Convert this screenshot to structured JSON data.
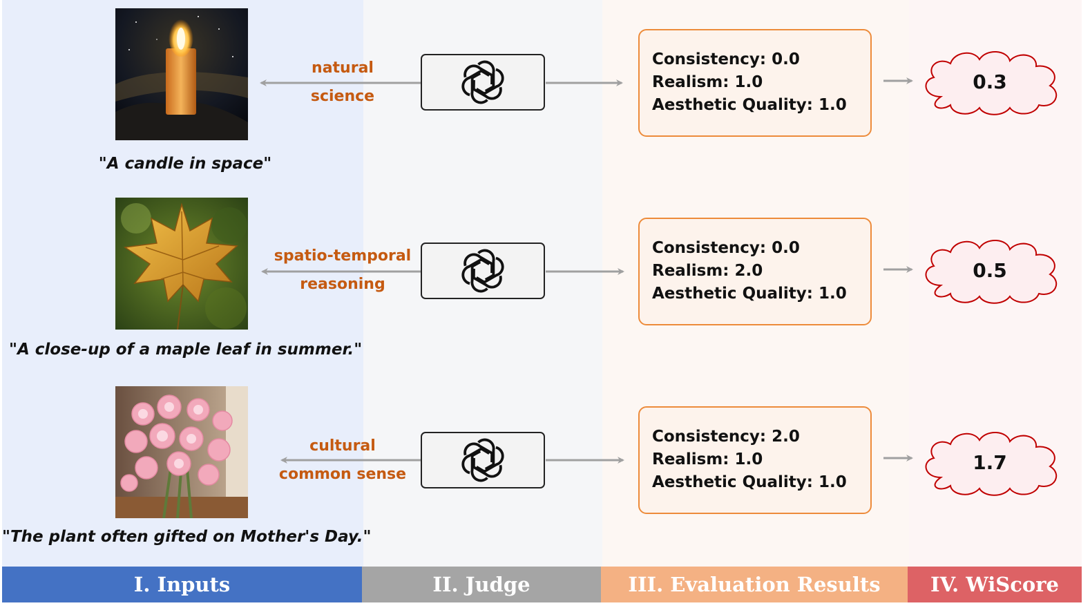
{
  "footer": {
    "inputs": "I.  Inputs",
    "judge": "II. Judge",
    "evaluation": "III. Evaluation Results",
    "wiscore": "IV. WiScore"
  },
  "rows": [
    {
      "prompt": "\"A candle in space\"",
      "category_line1": "natural",
      "category_line2": "science",
      "scores": [
        "Consistency: 0.0",
        "Realism: 1.0",
        "Aesthetic Quality: 1.0"
      ],
      "wiscore": "0.3"
    },
    {
      "prompt": "\"A close-up of a maple leaf in summer.\"",
      "category_line1": "spatio-temporal",
      "category_line2": "reasoning",
      "scores": [
        "Consistency: 0.0",
        "Realism: 2.0",
        "Aesthetic Quality: 1.0"
      ],
      "wiscore": "0.5"
    },
    {
      "prompt": "\"The plant often gifted on Mother's Day.\"",
      "category_line1": "cultural",
      "category_line2": "common sense",
      "scores": [
        "Consistency: 2.0",
        "Realism: 1.0",
        "Aesthetic Quality: 1.0"
      ],
      "wiscore": "1.7"
    }
  ],
  "icons": {
    "judge": "openai-logo-icon",
    "arrow": "arrow-right-icon",
    "cloud": "cloud-shape"
  },
  "colors": {
    "inputs": "#4472c4",
    "judge": "#a5a5a5",
    "evaluation": "#f4b183",
    "wiscore": "#dd6265",
    "category_text": "#c55a11",
    "eval_border": "#ed8b3a",
    "cloud_border": "#c00000"
  }
}
